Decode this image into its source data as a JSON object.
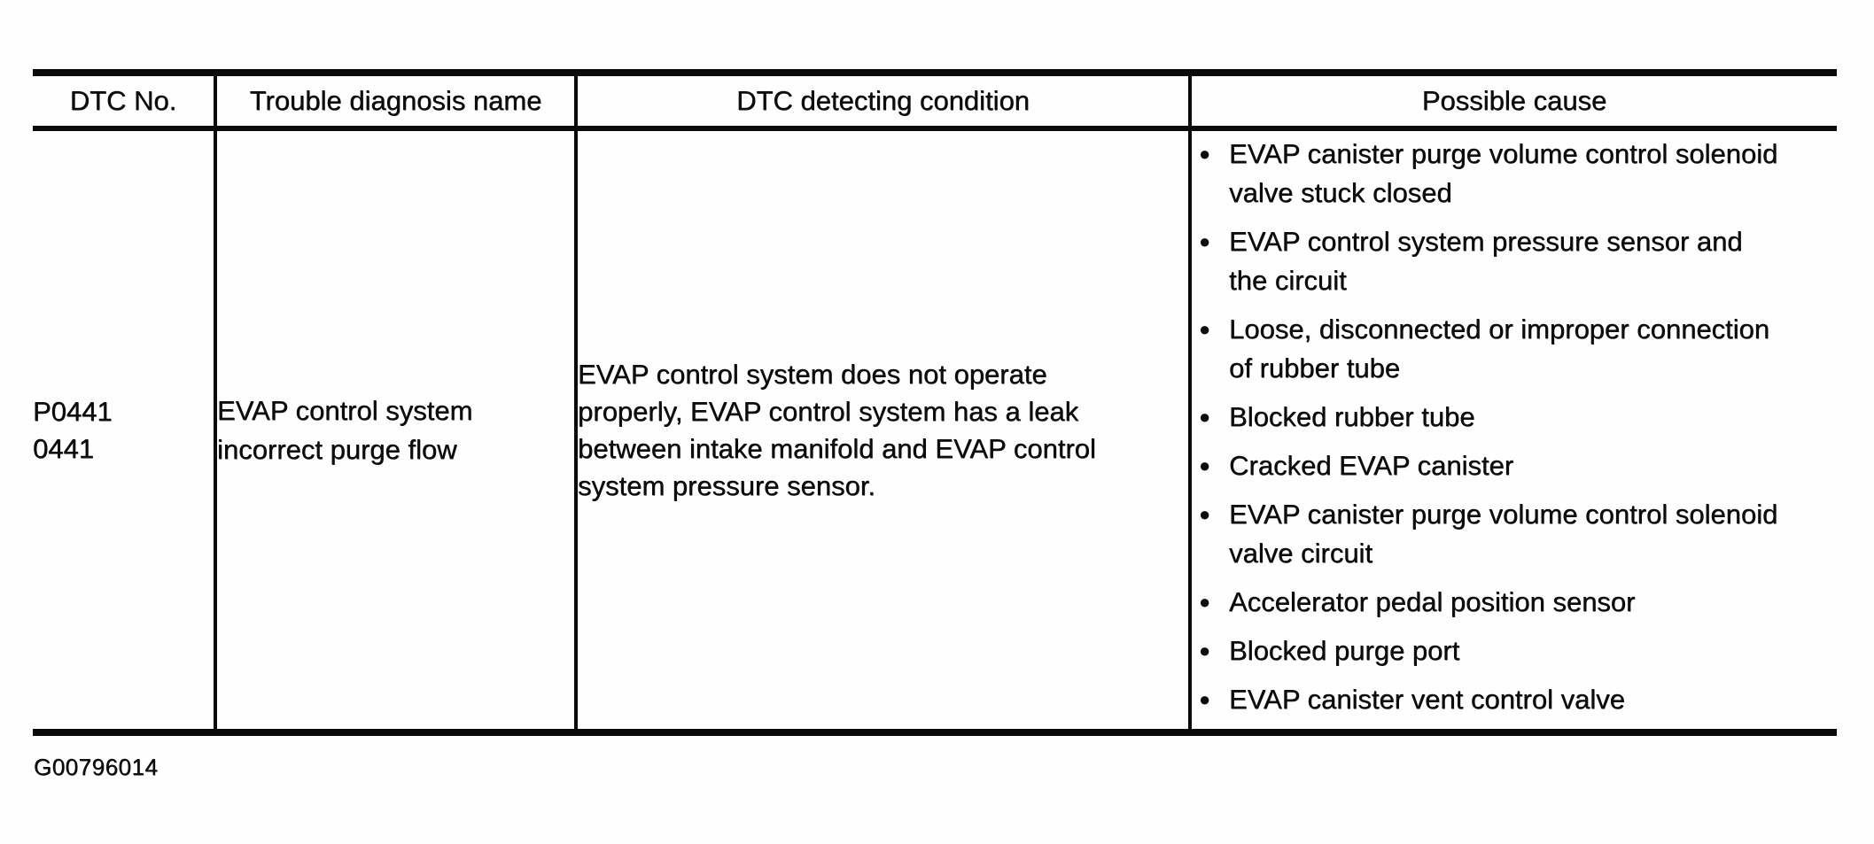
{
  "colors": {
    "background": "#ffffff",
    "text": "#0d0d0d",
    "rule": "#0a0a0a"
  },
  "icons": {
    "bullet": "●"
  },
  "table": {
    "headers": [
      "DTC No.",
      "Trouble diagnosis name",
      "DTC detecting condition",
      "Possible cause"
    ],
    "row": {
      "dtc_no": [
        "P0441",
        "0441"
      ],
      "trouble_diagnosis_name": "EVAP control system incorrect purge flow",
      "dtc_detecting_condition": "EVAP control system does not operate properly, EVAP control system has a leak between intake manifold and EVAP control system pressure sensor.",
      "possible_causes": [
        "EVAP canister purge volume control solenoid valve stuck closed",
        "EVAP control system pressure sensor and the circuit",
        "Loose, disconnected or improper connection of rubber tube",
        "Blocked rubber tube",
        "Cracked EVAP canister",
        "EVAP canister purge volume control solenoid valve circuit",
        "Accelerator pedal position sensor",
        "Blocked purge port",
        "EVAP canister vent control valve"
      ]
    }
  },
  "caption": "G00796014"
}
